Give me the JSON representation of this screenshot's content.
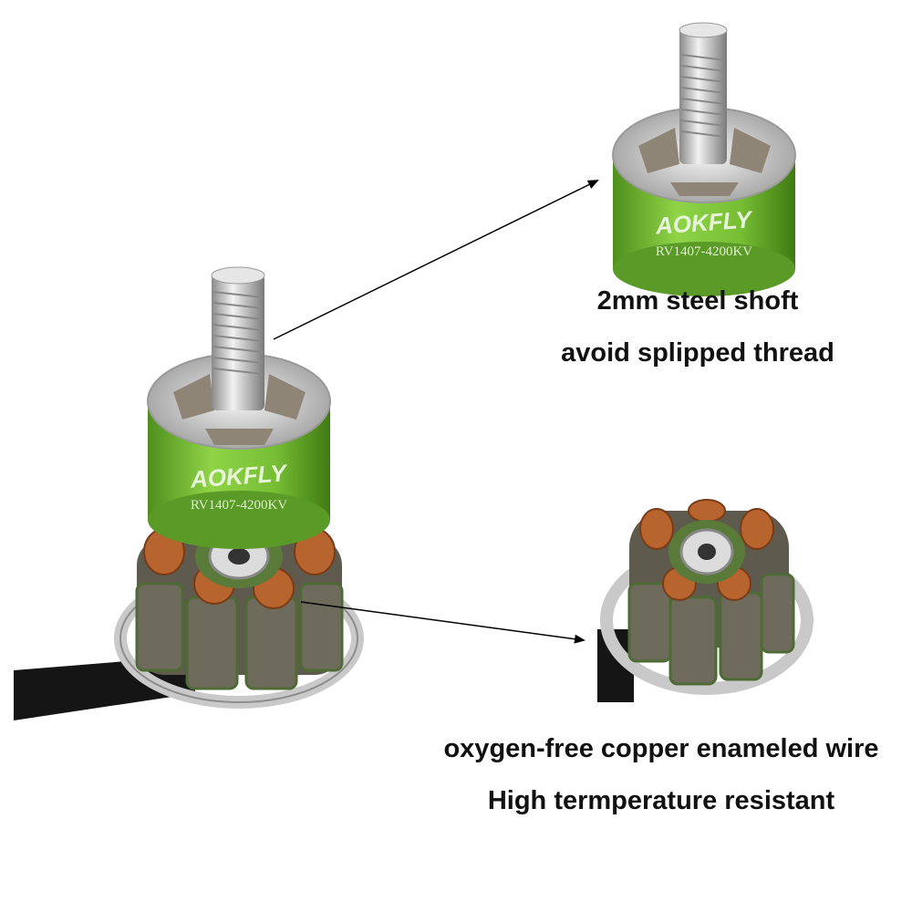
{
  "product": {
    "brand_logo": "AOKFLY",
    "model": "RV1407-4200KV"
  },
  "callouts": {
    "shaft": {
      "line1": "2mm steel shoft",
      "line2": "avoid splipped thread"
    },
    "winding": {
      "line1": "oxygen-free copper enameled wire",
      "line2": "High termperature resistant"
    }
  },
  "colors": {
    "bell_green": "#7cc23a",
    "copper": "#b8642e",
    "stator_gray": "#6e6a5c",
    "silver": "#c8c8c8"
  }
}
